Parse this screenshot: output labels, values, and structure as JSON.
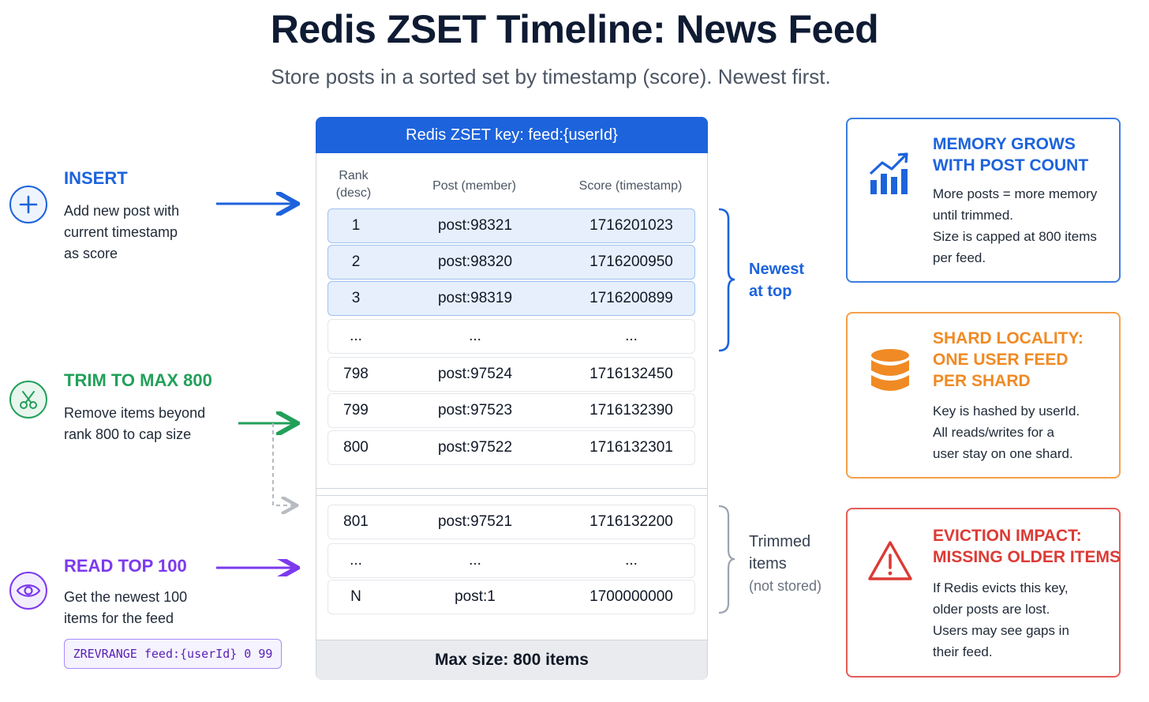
{
  "title": "Redis ZSET Timeline: News Feed",
  "subtitle": "Store posts in a sorted set by timestamp (score). Newest first.",
  "operations": {
    "insert": {
      "title": "INSERT",
      "lines": [
        "Add new post with",
        "current timestamp",
        "as score"
      ],
      "color": "#1d63dc"
    },
    "trim": {
      "title": "TRIM TO MAX 800",
      "lines": [
        "Remove items beyond",
        "rank 800 to cap size"
      ],
      "color": "#22a05a"
    },
    "read": {
      "title": "READ TOP 100",
      "lines": [
        "Get the newest 100",
        "items for the feed"
      ],
      "code": "ZREVRANGE feed:{userId} 0 99",
      "color": "#7c3aed"
    }
  },
  "table": {
    "header": "Redis ZSET  key: feed:{userId}",
    "columns": {
      "rank_line1": "Rank",
      "rank_line2": "(desc)",
      "member": "Post (member)",
      "score": "Score (timestamp)"
    },
    "rows_top": [
      {
        "rank": "1",
        "member": "post:98321",
        "score": "1716201023"
      },
      {
        "rank": "2",
        "member": "post:98320",
        "score": "1716200950"
      },
      {
        "rank": "3",
        "member": "post:98319",
        "score": "1716200899"
      },
      {
        "rank": "...",
        "member": "...",
        "score": "..."
      },
      {
        "rank": "798",
        "member": "post:97524",
        "score": "1716132450"
      },
      {
        "rank": "799",
        "member": "post:97523",
        "score": "1716132390"
      },
      {
        "rank": "800",
        "member": "post:97522",
        "score": "1716132301"
      }
    ],
    "rows_trimmed": [
      {
        "rank": "801",
        "member": "post:97521",
        "score": "1716132200"
      },
      {
        "rank": "...",
        "member": "...",
        "score": "..."
      },
      {
        "rank": "N",
        "member": "post:1",
        "score": "1700000000"
      }
    ],
    "footer": "Max size: 800 items"
  },
  "brackets": {
    "newest": [
      "Newest",
      "at top"
    ],
    "trimmed": [
      "Trimmed",
      "items",
      "(not stored)"
    ]
  },
  "cards": {
    "memory": {
      "title": [
        "MEMORY GROWS",
        "WITH POST COUNT"
      ],
      "lines": [
        "More posts = more memory",
        "until trimmed.",
        "Size is capped at 800 items",
        "per feed."
      ],
      "color": "#1d63dc",
      "icon": "bar-chart-trend-icon"
    },
    "shard": {
      "title": [
        "SHARD LOCALITY:",
        "ONE USER FEED",
        "PER SHARD"
      ],
      "lines": [
        "Key is hashed by userId.",
        "All reads/writes for a",
        "user stay on one shard."
      ],
      "color": "#f08a24",
      "icon": "database-icon"
    },
    "eviction": {
      "title": [
        "EVICTION IMPACT:",
        "MISSING OLDER ITEMS"
      ],
      "lines": [
        "If Redis evicts this key,",
        "older posts are lost.",
        "Users may see gaps in",
        "their feed."
      ],
      "color": "#dc3a35",
      "icon": "warning-icon"
    }
  }
}
